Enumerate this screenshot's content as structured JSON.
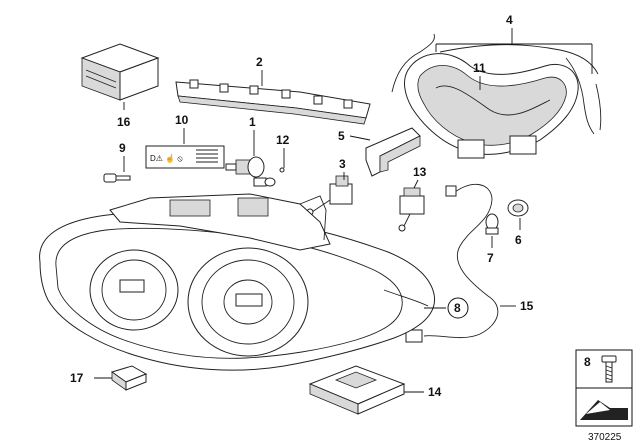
{
  "diagram": {
    "callouts": {
      "c1": "1",
      "c2": "2",
      "c3": "3",
      "c4": "4",
      "c5": "5",
      "c6": "6",
      "c7": "7",
      "c8": "8",
      "c9": "9",
      "c10": "10",
      "c11": "11",
      "c12": "12",
      "c13": "13",
      "c14": "14",
      "c15": "15",
      "c16": "16",
      "c17": "17",
      "c8_circle": "8"
    },
    "legend_box": {
      "label": "8"
    },
    "drawing_number": "370225"
  }
}
